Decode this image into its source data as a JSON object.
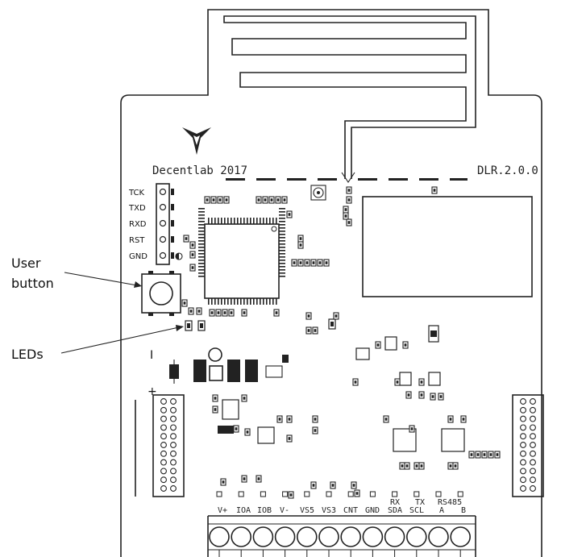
{
  "board": {
    "brand": "Decentlab 2017",
    "version": "DLR.2.0.0"
  },
  "header_pins": [
    "TCK",
    "TXD",
    "RXD",
    "RST",
    "GND"
  ],
  "callouts": {
    "user_button": [
      "User",
      "button"
    ],
    "leds": "LEDs"
  },
  "polarity": {
    "minus": "I",
    "plus": "+"
  },
  "terminals": {
    "top": [
      "",
      "",
      "",
      "",
      "",
      "",
      "",
      "",
      "RX",
      "TX",
      "RS485",
      ""
    ],
    "bottom": [
      "V+",
      "IOA",
      "IOB",
      "V-",
      "VS5",
      "VS3",
      "CNT",
      "GND",
      "SDA",
      "SCL",
      "A",
      "B"
    ]
  },
  "colors": {
    "line": "#222222",
    "background": "#ffffff"
  }
}
